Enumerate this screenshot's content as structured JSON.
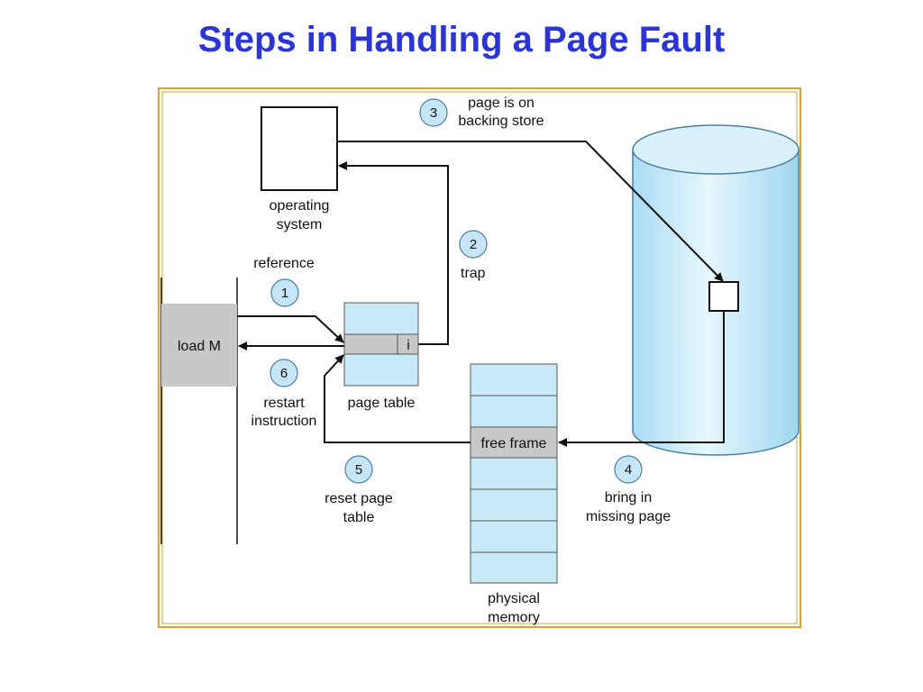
{
  "title": "Steps in Handling a Page Fault",
  "labels": {
    "operating_system": [
      "operating",
      "system"
    ],
    "reference": "reference",
    "load_m": "load M",
    "page_table": "page table",
    "invalid_bit": "i",
    "restart_instruction": [
      "restart",
      "instruction"
    ],
    "trap": "trap",
    "page_on_backing_store": [
      "page is on",
      "backing store"
    ],
    "free_frame": "free frame",
    "reset_page_table": [
      "reset page",
      "table"
    ],
    "bring_in_missing_page": [
      "bring in",
      "missing page"
    ],
    "physical_memory": [
      "physical",
      "memory"
    ]
  },
  "steps": [
    "1",
    "2",
    "3",
    "4",
    "5",
    "6"
  ],
  "colors": {
    "title": "#2b35d4",
    "frame_border": "#e0a030",
    "light_blue": "#c8eaf8",
    "gray": "#c8c8c8",
    "circle": "#c6e6f7"
  }
}
